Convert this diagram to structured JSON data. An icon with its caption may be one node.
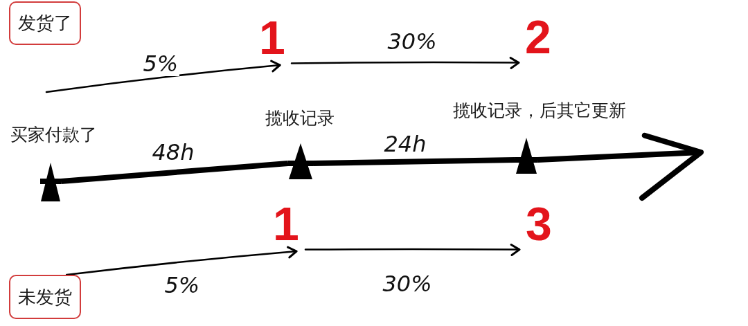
{
  "diagram": {
    "nodes": [
      {
        "text": [
          "发货了"
        ]
      },
      {
        "text": [
          "1"
        ]
      },
      {
        "text": [
          "2"
        ]
      },
      {
        "text": [],
        "shape": "triangle",
        "beside": [
          "买家付款了"
        ]
      },
      {
        "text": [],
        "shape": "triangle",
        "beside": [
          "揽收记录"
        ]
      },
      {
        "text": [],
        "shape": "triangle",
        "beside": [
          "揽收记录，后其它更新"
        ]
      },
      {
        "text": [
          "1"
        ]
      },
      {
        "text": [
          "3"
        ]
      },
      {
        "text": [
          "未发货"
        ]
      }
    ],
    "edges": [
      {
        "from": null,
        "to": 1,
        "arrow": "to",
        "label": "5%"
      },
      {
        "from": 1,
        "to": 2,
        "arrow": "to",
        "label": "30%"
      },
      {
        "from": 3,
        "to": 4,
        "arrow": "none",
        "label": "48h",
        "style": "thick"
      },
      {
        "from": 4,
        "to": 5,
        "arrow": "none",
        "label": "24h",
        "style": "thick"
      },
      {
        "from": 5,
        "to": null,
        "arrow": "to",
        "style": "thick"
      },
      {
        "from": 8,
        "to": 6,
        "arrow": "to",
        "label": "5%"
      },
      {
        "from": 6,
        "to": 7,
        "arrow": "to",
        "label": "30%"
      }
    ]
  }
}
